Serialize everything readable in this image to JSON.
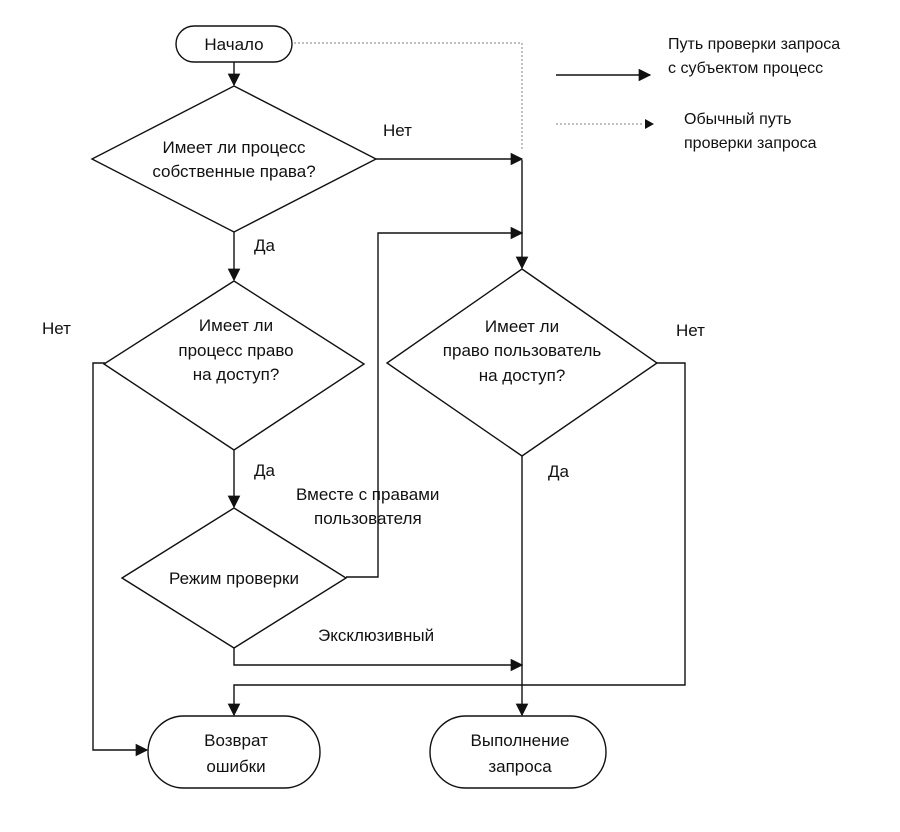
{
  "nodes": {
    "start": "Начало",
    "q1": [
      "Имеет ли процесс",
      "собственные права?"
    ],
    "q2": [
      "Имеет ли",
      "процесс право",
      "на доступ?"
    ],
    "q3": [
      "Имеет ли",
      "право пользователь",
      "на  доступ?"
    ],
    "mode": "Режим проверки",
    "error": [
      "Возврат",
      "ошибки"
    ],
    "execute": [
      "Выполнение",
      "запроса"
    ]
  },
  "labels": {
    "no_q1": "Нет",
    "yes_q1": "Да",
    "no_q2": "Нет",
    "yes_q2": "Да",
    "no_q3": "Нет",
    "yes_q3": "Да",
    "with_user_rights": [
      "Вместе с правами",
      "пользователя"
    ],
    "exclusive": "Эксклюзивный"
  },
  "legend": {
    "solid": [
      "Путь проверки запроса",
      "с субъектом процесс"
    ],
    "dotted": [
      "Обычный путь",
      "проверки запроса"
    ]
  }
}
